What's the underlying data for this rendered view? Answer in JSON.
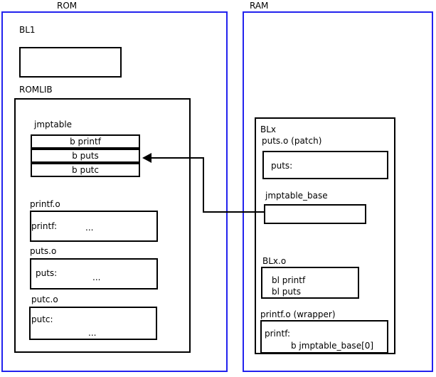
{
  "diagram": {
    "regions": {
      "rom": {
        "title": "ROM"
      },
      "ram": {
        "title": "RAM"
      }
    },
    "rom_contents": {
      "bl1_label": "BL1",
      "romlib_label": "ROMLIB",
      "jmptable_label": "jmptable",
      "jmptable_entries": [
        "b printf",
        "b puts",
        "b putc"
      ],
      "objects": [
        {
          "label": "printf.o",
          "symbol": "printf:",
          "body": "..."
        },
        {
          "label": "puts.o",
          "symbol": "puts:",
          "body": "..."
        },
        {
          "label": "putc.o",
          "symbol": "putc:",
          "body": "..."
        }
      ]
    },
    "ram_contents": {
      "blx_label": "BLx",
      "patch_label": "puts.o (patch)",
      "patch_symbol": "puts:",
      "jmptable_base_label": "jmptable_base",
      "blxo_label": "BLx.o",
      "blxo_lines": [
        "bl printf",
        "bl puts"
      ],
      "wrapper_label": "printf.o (wrapper)",
      "wrapper_symbol": "printf:",
      "wrapper_branch": "b jmptable_base[0]"
    },
    "connector": {
      "name": "jmptable-base-to-puts-entry-arrow",
      "from": "jmptable_base",
      "to": "b puts"
    },
    "colors": {
      "region_border": "#2222ee",
      "box_border": "#000000",
      "text": "#000000",
      "background": "#ffffff"
    }
  }
}
